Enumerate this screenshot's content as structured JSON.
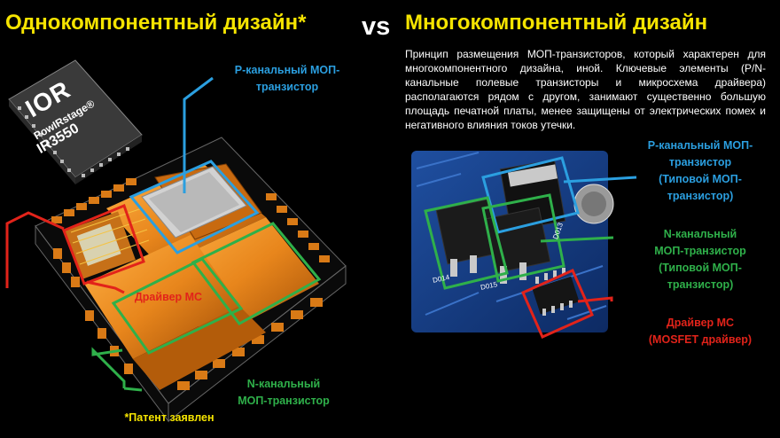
{
  "header": {
    "left_title": "Однокомпонентный дизайн*",
    "vs": "vs",
    "right_title": "Многокомпонентный дизайн"
  },
  "description": "Принцип размещения МОП-транзисторов, который характерен для многокомпонентного дизайна, иной. Ключевые элементы (P/N-канальные полевые транзисторы и микросхема драйвера) располагаются рядом с другом, занимают существенно большую площадь печатной платы, менее защищены от электрических помех и негативного влияния токов утечки.",
  "chip": {
    "logo": "IOR",
    "line1": "PowIRstage®",
    "line2": "IR3550"
  },
  "left_labels": {
    "p_channel": [
      "P-канальный МОП-",
      "транзистор"
    ],
    "driver": "Драйвер МС",
    "n_channel": [
      "N-канальный",
      "МОП-транзистор"
    ],
    "patent": "*Патент заявлен"
  },
  "right_labels": {
    "p_channel": [
      "P-канальный МОП-",
      "транзистор",
      "(Типовой МОП-",
      "транзистор)"
    ],
    "n_channel": [
      "N-канальный",
      "МОП-транзистор",
      "(Типовой МОП-",
      "транзистор)"
    ],
    "driver": [
      "Драйвер МС",
      "(MOSFET драйвер)"
    ]
  },
  "board_marks": {
    "d014": "D014",
    "d015": "D015",
    "d013": "D013"
  },
  "colors": {
    "title": "#f5e400",
    "blue": "#2b9fe0",
    "green": "#2fb04a",
    "red": "#e2231a",
    "orange": "#e8861c"
  }
}
